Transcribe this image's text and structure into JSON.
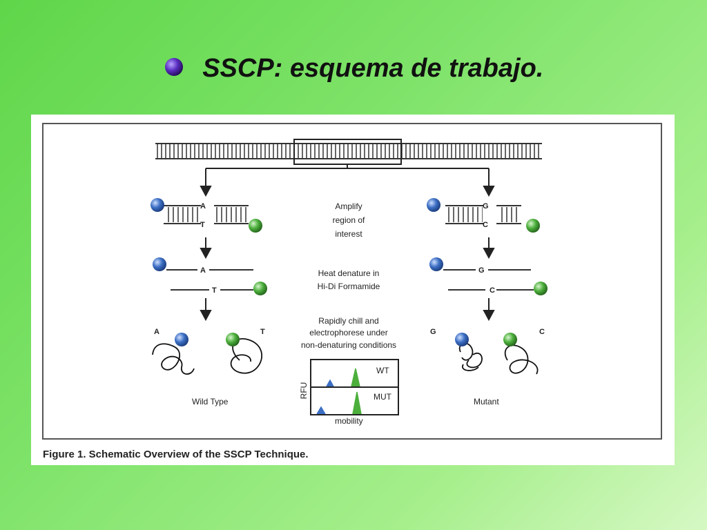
{
  "slide": {
    "title": "SSCP: esquema de trabajo.",
    "bullet_icon": "purple-sphere-icon"
  },
  "figure": {
    "caption": "Figure 1. Schematic Overview of the SSCP Technique.",
    "steps": {
      "amplify": [
        "Amplify",
        "region of",
        "interest"
      ],
      "denature": [
        "Heat denature in",
        "Hi-Di Formamide"
      ],
      "chill": [
        "Rapidly chill and",
        "electrophorese under",
        "non-denaturing conditions"
      ]
    },
    "wild_type": {
      "top_base": "A",
      "bottom_base": "T",
      "label": "Wild Type"
    },
    "mutant": {
      "top_base": "G",
      "bottom_base": "C",
      "label": "Mutant"
    },
    "gel": {
      "wt_label": "WT",
      "mut_label": "MUT",
      "x_label": "mobility",
      "y_label": "RFU"
    },
    "colors": {
      "blue_dye": "#3c6fc4",
      "green_dye": "#4caf3c"
    }
  }
}
